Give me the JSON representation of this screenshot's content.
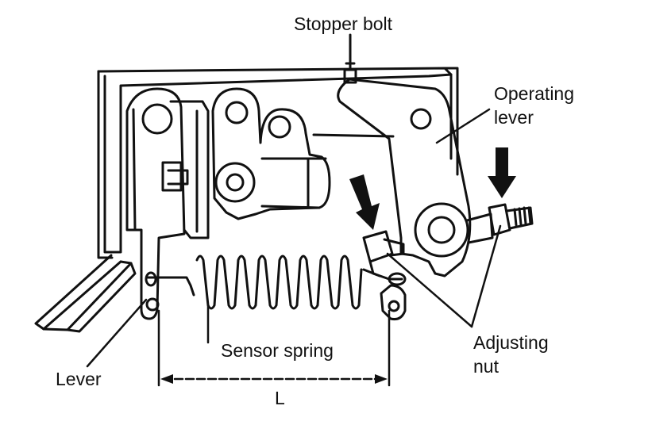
{
  "labels": {
    "stopper_bolt": "Stopper bolt",
    "operating_lever_line1": "Operating",
    "operating_lever_line2": "lever",
    "sensor_spring": "Sensor spring",
    "adjusting_nut_line1": "Adjusting",
    "adjusting_nut_line2": "nut",
    "lever": "Lever",
    "dimension": "L"
  },
  "colors": {
    "ink": "#111111",
    "paper": "#ffffff"
  },
  "arrows": [
    {
      "name": "push-arrow-left",
      "direction": "down"
    },
    {
      "name": "push-arrow-right",
      "direction": "down"
    }
  ]
}
